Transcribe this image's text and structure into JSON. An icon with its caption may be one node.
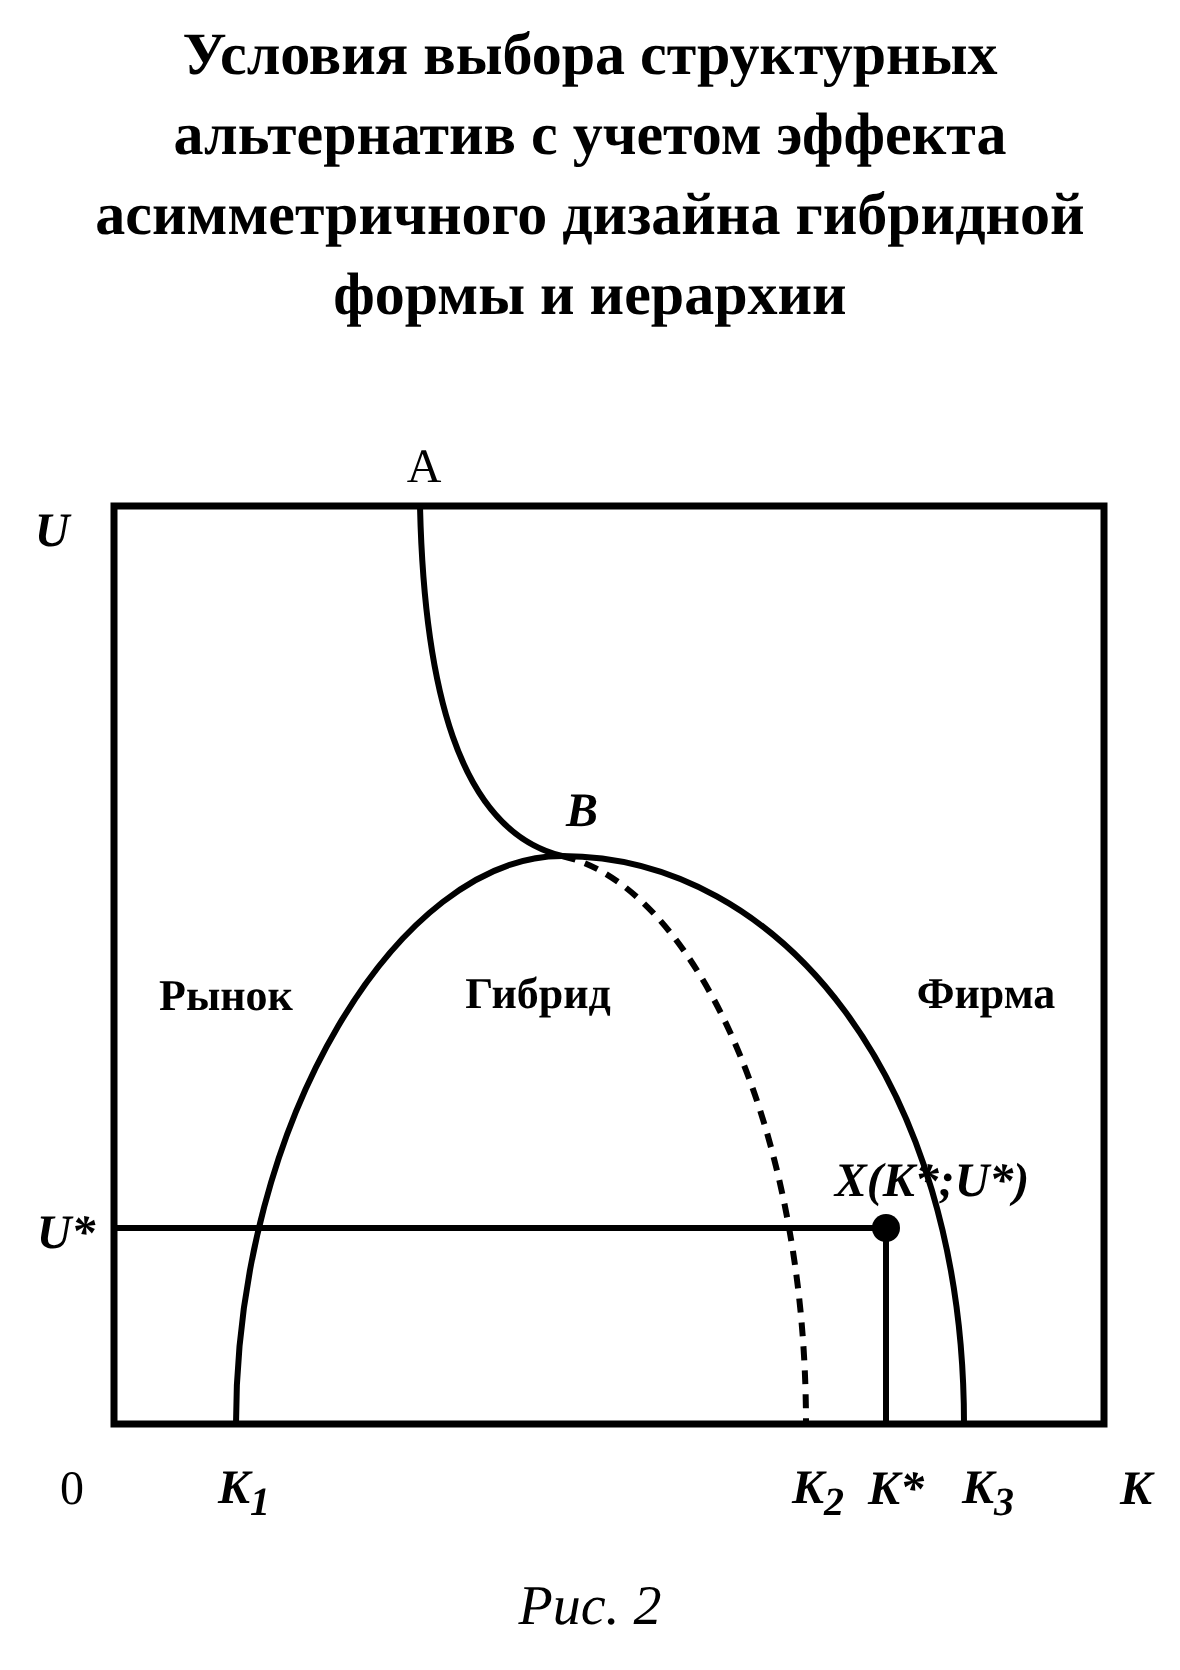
{
  "diagram": {
    "title": "Условия выбора структурных альтернатив с учетом эффекта асимметричного дизайна гибридной формы и иерархии",
    "caption": "Рис. 2",
    "labels": [
      "A",
      "U",
      "B",
      "Рынок",
      "Гибрид",
      "Фирма",
      "X(K*;U*)",
      "U*",
      "0",
      "K$_{1}$",
      "K$_{2}$",
      "K*",
      "K$_{3}$",
      "K"
    ]
  }
}
